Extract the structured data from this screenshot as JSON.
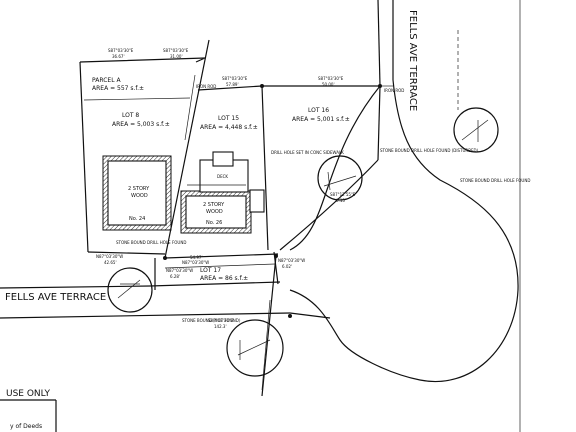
{
  "streets": {
    "fells_ave_terrace_horizontal": "FELLS AVE TERRACE",
    "fells_ave_terrace_vertical": "FELLS AVE TERRACE"
  },
  "parcels": {
    "parcel_a": {
      "name": "PARCEL A",
      "area": "AREA = 557 s.f.±"
    },
    "lot8": {
      "name": "LOT 8",
      "area": "AREA = 5,003 s.f.±"
    },
    "lot15": {
      "name": "LOT 15",
      "area": "AREA = 4,448 s.f.±"
    },
    "lot16": {
      "name": "LOT 16",
      "area": "AREA = 5,001 s.f.±"
    },
    "lot17": {
      "name": "LOT 17",
      "area": "AREA = 86 s.f.±"
    }
  },
  "buildings": {
    "house24": {
      "label": "2 STORY",
      "label2": "WOOD",
      "number": "No. 24"
    },
    "house26": {
      "label": "2 STORY",
      "label2": "WOOD",
      "number": "No. 26"
    },
    "deck": "DECK"
  },
  "bearings": {
    "b1": "S87°03'30\"E",
    "b1d": "36.67'",
    "b2": "S87°03'30\"E",
    "b2d": "31.00'",
    "b3": "N87°03'30\"W",
    "b3d": "42.65'",
    "b4": "N87°03'30\"W",
    "b4d": "6.28'",
    "b5": "N87°03'30\"W",
    "b5d": "54.97'",
    "b6": "N87°03'30\"W",
    "b6d": "6.02'",
    "b7": "S87°03'30\"E",
    "b7d": "142.3'",
    "b8": "S87°03'30\"E",
    "b8d": "57.89'",
    "b9": "S87°03'30\"E",
    "b9d": "50.00'",
    "b10": "S87°12'55\"E",
    "b10d": "0.15'"
  },
  "monuments": {
    "iron_rod": "IRON ROD",
    "iron_rod2": "IRON ROD",
    "stone_bound_drill_hole_found": "STONE BOUND DRILL HOLE FOUND",
    "stone_bound_not_found": "STONE BOUND (NOT FOUND)",
    "drill_hole_set": "DRILL HOLE SET IN CONC SIDEWALK",
    "stone_bound_disturbed": "STONE BOUND DRILL HOLE FOUND (DISTURBED)",
    "stone_bound_drill_hole_right": "STONE BOUND DRILL HOLE FOUND"
  },
  "footer": {
    "use_only": "USE ONLY",
    "deeds": "y of Deeds"
  }
}
